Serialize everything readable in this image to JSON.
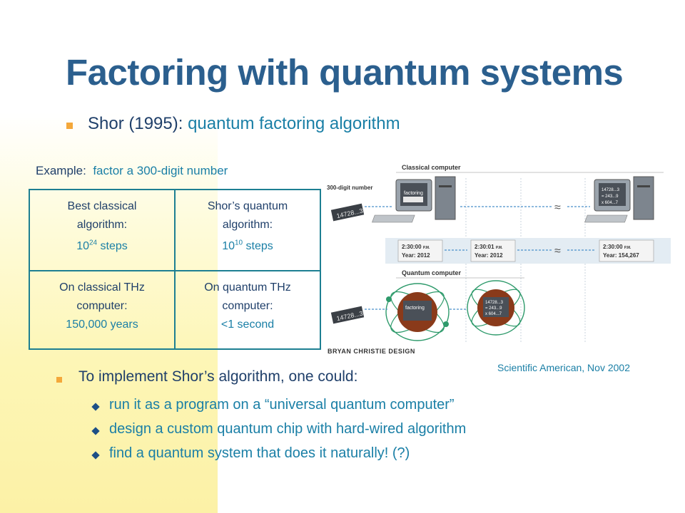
{
  "slide": {
    "title": "Factoring with quantum systems",
    "bullet1_prefix": "Shor (1995):",
    "bullet1_rest": " quantum factoring algorithm",
    "example_prefix": "Example:",
    "example_rest": "factor a 300-digit number",
    "table": {
      "r1c1_label": "Best classical algorithm:",
      "r1c1_base": "10",
      "r1c1_exp": "24",
      "r1c1_unit": " steps",
      "r1c2_label": "Shor’s quantum algorithm:",
      "r1c2_base": "10",
      "r1c2_exp": "10",
      "r1c2_unit": " steps",
      "r2c1_label": "On classical THz computer:",
      "r2c1_value": "150,000 years",
      "r2c2_label": "On quantum THz computer:",
      "r2c2_value": "<1 second"
    },
    "caption": "Scientific American, Nov 2002",
    "bullet2": "To implement Shor’s algorithm, one could:",
    "sub_bullets": [
      "run it as a program on a “universal quantum computer”",
      "design a custom quantum chip with hard-wired algorithm",
      "find a quantum system that does it naturally! (?)"
    ]
  },
  "figure": {
    "classical_label": "Classical computer",
    "quantum_label": "Quantum computer",
    "number_label": "300-digit number",
    "number_display": "14728...3",
    "screen_text": "factoring",
    "result_lines": [
      "14728...3",
      "= 243...9",
      "x 604...7"
    ],
    "time1": "2:30:00",
    "time1_ampm": "P.M.",
    "year1": "Year: 2012",
    "time2": "2:30:01",
    "time2_ampm": "P.M.",
    "year2": "Year: 2012",
    "time3": "2:30:00",
    "time3_ampm": "P.M.",
    "year3": "Year: 154,267",
    "credit": "BRYAN CHRISTIE DESIGN"
  },
  "colors": {
    "title": "#2b5f8e",
    "accent_blue": "#1a7fa6",
    "bullet_orange": "#f4a83a",
    "table_border": "#1d7f92"
  }
}
